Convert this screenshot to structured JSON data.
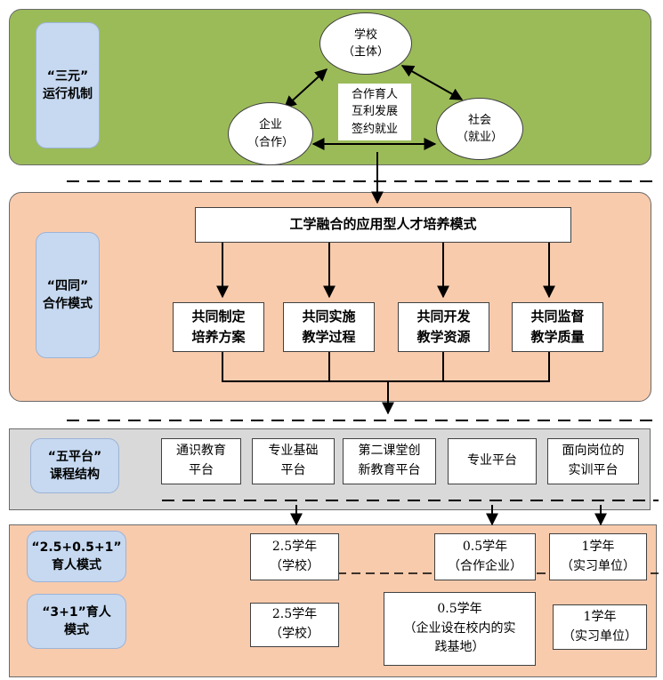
{
  "sections": {
    "san_yuan": {
      "label": "“三元”\n运行机制"
    },
    "si_tong": {
      "label": "“四同”\n合作模式"
    },
    "wu_pingtai": {
      "label": "“五平台”\n课程结构"
    },
    "model_251": {
      "label": "“2.5+0.5+1”\n育人模式"
    },
    "model_31": {
      "label": "“3+1”育人\n模式"
    }
  },
  "mechanism": {
    "school": "学校\n（主体）",
    "enterprise": "企业\n（合作）",
    "society": "社会\n（就业）",
    "center_note": "合作育人\n互利发展\n签约就业"
  },
  "cooperation": {
    "title": "工学融合的应用型人才培养模式",
    "items": [
      "共同制定\n培养方案",
      "共同实施\n教学过程",
      "共同开发\n教学资源",
      "共同监督\n教学质量"
    ]
  },
  "platforms": [
    "通识教育\n平台",
    "专业基础\n平台",
    "第二课堂创\n新教育平台",
    "专业平台",
    "面向岗位的\n实训平台"
  ],
  "model_251_boxes": [
    "2.5学年\n（学校）",
    "0.5学年\n（合作企业）",
    "1学年\n（实习单位）"
  ],
  "model_31_boxes": [
    "2.5学年\n（学校）",
    "0.5学年\n（企业设在校内的实\n践基地）",
    "1学年\n（实习单位）"
  ]
}
